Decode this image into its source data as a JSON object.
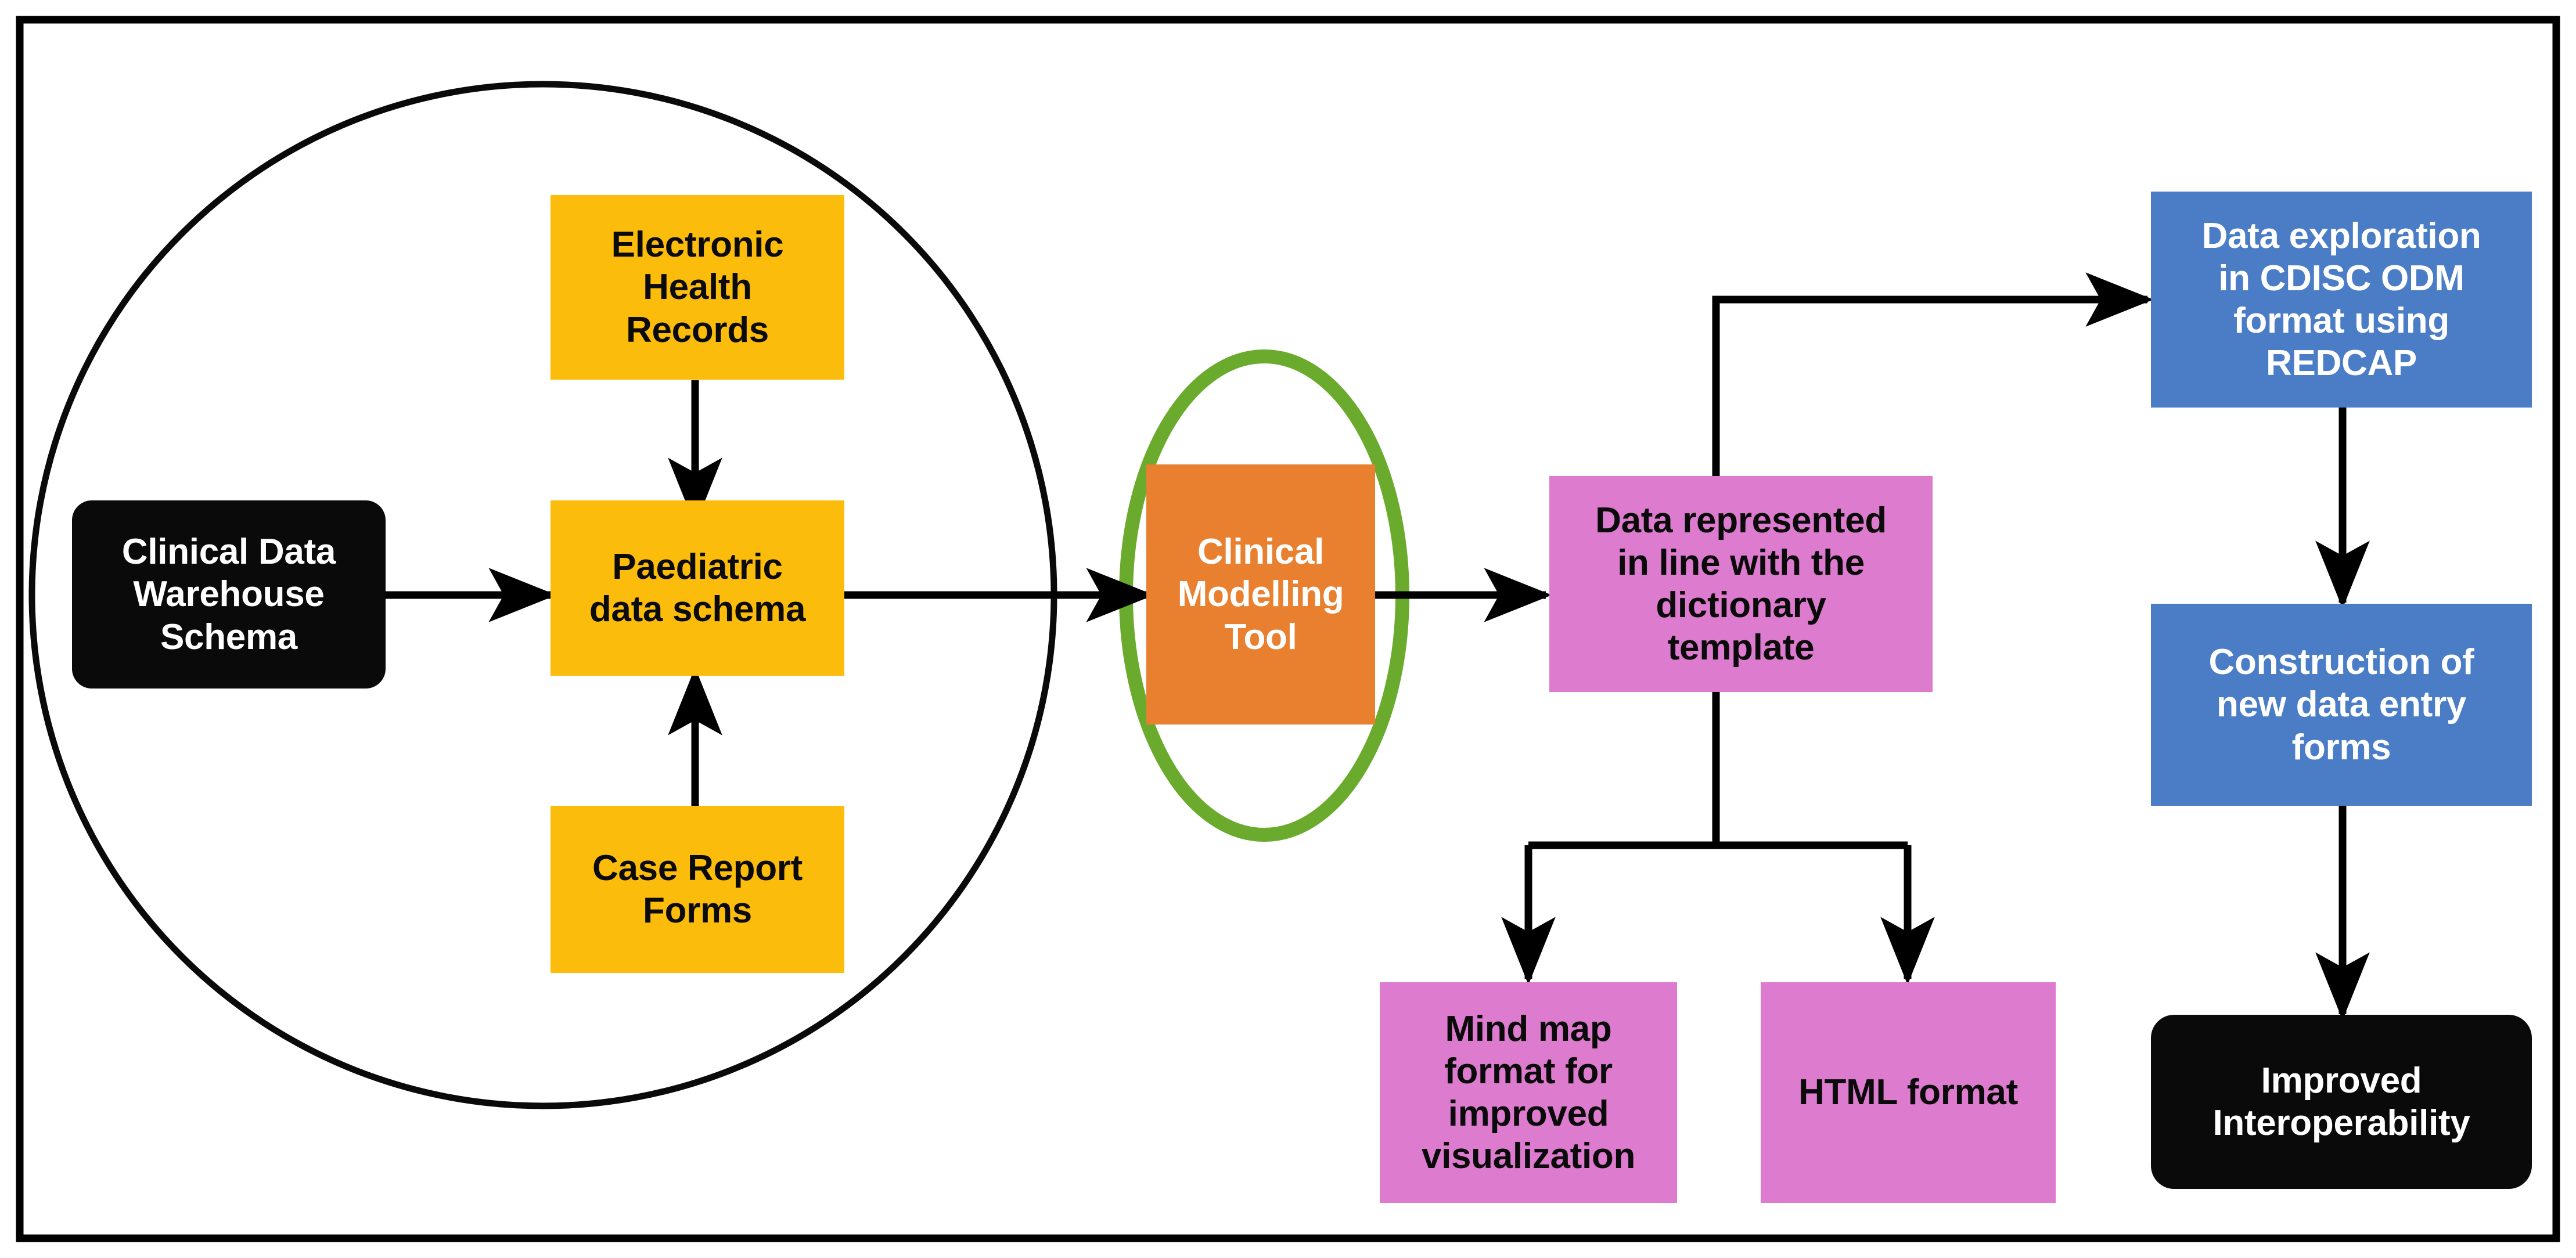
{
  "figure": {
    "title": "Clinical data modelling and interoperability workflow",
    "frame": {
      "border_color": "#000000"
    },
    "palette": {
      "black": "#0a0a0a",
      "yellow": "#FBBC0B",
      "orange": "#E8802F",
      "pink": "#DD7BCE",
      "blue": "#4A7DC6",
      "green_ellipse": "#6AAB2E",
      "connector": "#000000",
      "background": "#FFFFFF"
    }
  },
  "nodes": {
    "clinical_data_warehouse_schema": "Clinical Data\nWarehouse\nSchema",
    "electronic_health_records": "Electronic\nHealth\nRecords",
    "paediatric_data_schema": "Paediatric\ndata schema",
    "case_report_forms": "Case Report\nForms",
    "clinical_modelling_tool": "Clinical\nModelling\nTool",
    "data_represented_dictionary_template": "Data represented\nin line with the\ndictionary\ntemplate",
    "mind_map_format": "Mind map\nformat for\nimproved\nvisualization",
    "html_format": "HTML format",
    "data_exploration_cdisc_odm_redcap": "Data exploration\nin CDISC ODM\nformat using\nREDCAP",
    "construction_new_data_entry_forms": "Construction of\nnew data entry\nforms",
    "improved_interoperability": "Improved\nInteroperability"
  },
  "shapes": {
    "source_grouping_circle": "circle",
    "tool_highlight_ellipse": "ellipse"
  },
  "edges": [
    {
      "from": "clinical_data_warehouse_schema",
      "to": "paediatric_data_schema"
    },
    {
      "from": "electronic_health_records",
      "to": "paediatric_data_schema"
    },
    {
      "from": "case_report_forms",
      "to": "paediatric_data_schema"
    },
    {
      "from": "paediatric_data_schema",
      "to": "clinical_modelling_tool"
    },
    {
      "from": "clinical_modelling_tool",
      "to": "data_represented_dictionary_template"
    },
    {
      "from": "data_represented_dictionary_template",
      "to": "data_exploration_cdisc_odm_redcap"
    },
    {
      "from": "data_represented_dictionary_template",
      "to": "mind_map_format"
    },
    {
      "from": "data_represented_dictionary_template",
      "to": "html_format"
    },
    {
      "from": "data_exploration_cdisc_odm_redcap",
      "to": "construction_new_data_entry_forms"
    },
    {
      "from": "construction_new_data_entry_forms",
      "to": "improved_interoperability"
    }
  ]
}
